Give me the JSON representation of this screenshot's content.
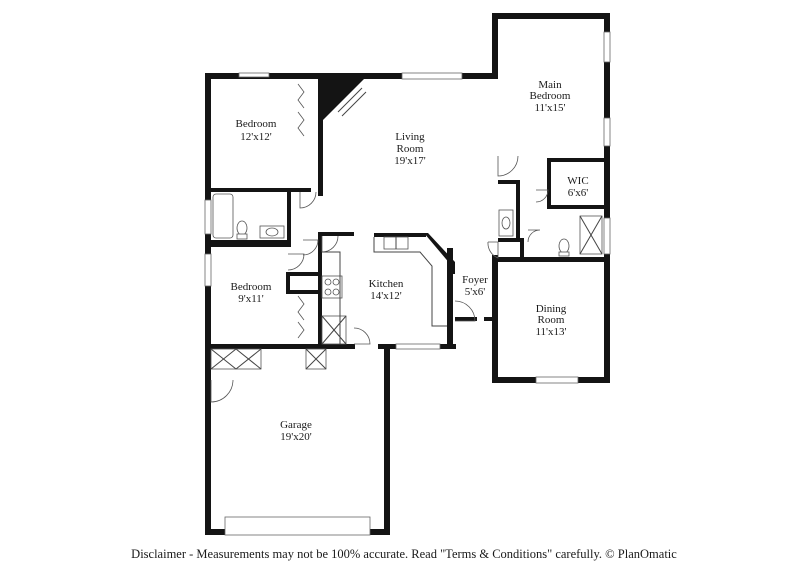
{
  "rooms": [
    {
      "id": "bedroom-1",
      "name": "Bedroom",
      "size": "12'x12'"
    },
    {
      "id": "living-room",
      "name_line1": "Living",
      "name_line2": "Room",
      "size": "19'x17'"
    },
    {
      "id": "main-bedroom",
      "name_line1": "Main",
      "name_line2": "Bedroom",
      "size": "11'x15'"
    },
    {
      "id": "wic",
      "name": "WIC",
      "size": "6'x6'"
    },
    {
      "id": "bedroom-2",
      "name": "Bedroom",
      "size": "9'x11'"
    },
    {
      "id": "kitchen",
      "name": "Kitchen",
      "size": "14'x12'"
    },
    {
      "id": "foyer",
      "name": "Foyer",
      "size": "5'x6'"
    },
    {
      "id": "dining-room",
      "name_line1": "Dining",
      "name_line2": "Room",
      "size": "11'x13'"
    },
    {
      "id": "garage",
      "name": "Garage",
      "size": "19'x20'"
    }
  ],
  "disclaimer": "Disclaimer - Measurements may not be 100% accurate. Read \"Terms & Conditions\" carefully. © PlanOmatic",
  "colors": {
    "wall": "#141414",
    "background": "#ffffff"
  }
}
